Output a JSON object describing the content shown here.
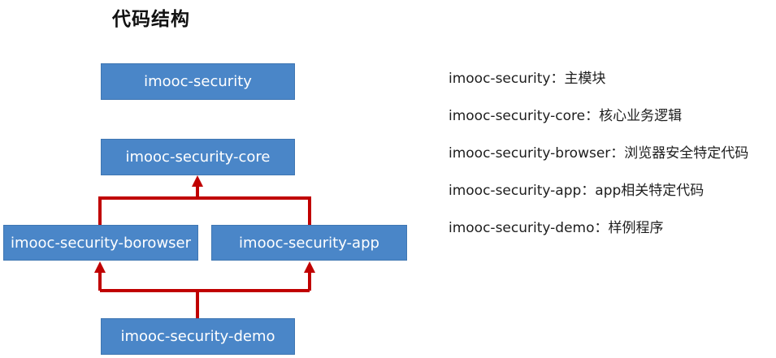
{
  "title": "代码结构",
  "diagram": {
    "boxes": {
      "security": "imooc-security",
      "core": "imooc-security-core",
      "browser": "imooc-security-borowser",
      "app": "imooc-security-app",
      "demo": "imooc-security-demo"
    },
    "arrow_color": "#c00000",
    "box_color": "#4a86c8"
  },
  "descriptions": [
    {
      "module": "imooc-security",
      "sep": "：",
      "desc": "主模块"
    },
    {
      "module": "imooc-security-core",
      "sep": "：",
      "desc": "核心业务逻辑"
    },
    {
      "module": "imooc-security-browser",
      "sep": "：",
      "desc": "浏览器安全特定代码"
    },
    {
      "module": "imooc-security-app",
      "sep": "：",
      "desc": "app相关特定代码"
    },
    {
      "module": "imooc-security-demo",
      "sep": "：",
      "desc": "样例程序"
    }
  ]
}
